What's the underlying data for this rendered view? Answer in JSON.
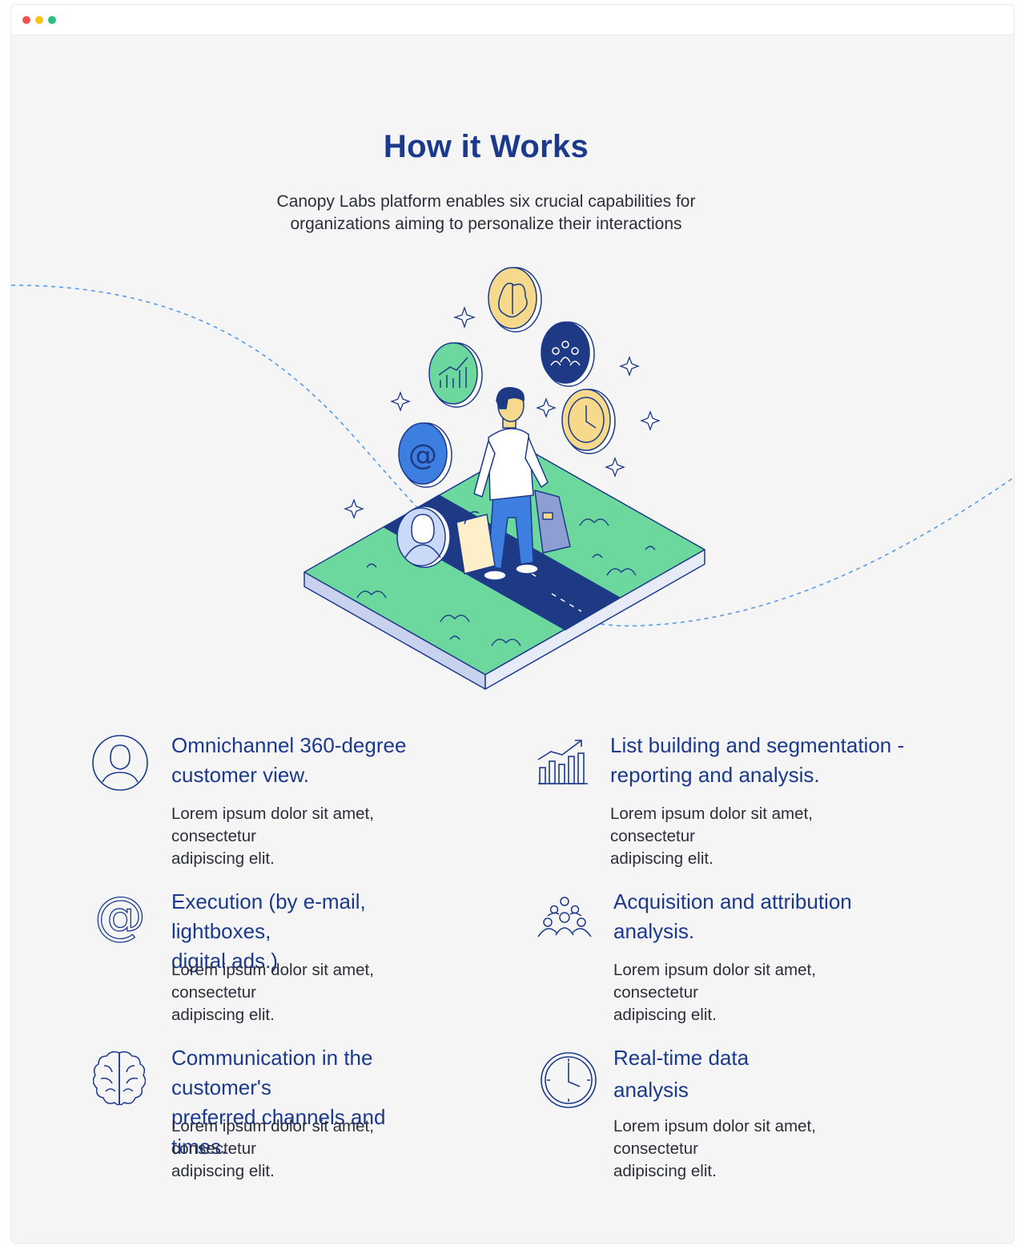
{
  "window": {
    "controls": [
      "close",
      "minimize",
      "maximize"
    ],
    "colors": {
      "close": "#ef5350",
      "minimize": "#f5c518",
      "maximize": "#2bbf7a"
    }
  },
  "header": {
    "title": "How it Works",
    "subtitle_line1": "Canopy Labs platform enables six crucial capabilities for",
    "subtitle_line2": "organizations aiming to personalize their interactions"
  },
  "illustration": {
    "description_icons": [
      "brain-icon",
      "people-icon",
      "chart-icon",
      "clock-icon",
      "at-sign-icon",
      "user-icon",
      "sparkle-icon",
      "shopping-bag-icon"
    ]
  },
  "features": [
    {
      "icon": "user-icon",
      "title_line1": "Omnichannel 360-degree",
      "title_line2": "customer view.",
      "desc_line1": "Lorem ipsum dolor sit amet, consectetur",
      "desc_line2": "adipiscing elit."
    },
    {
      "icon": "chart-icon",
      "title_line1": "List building and segmentation -",
      "title_line2": "reporting and analysis.",
      "desc_line1": "Lorem ipsum dolor sit amet, consectetur",
      "desc_line2": "adipiscing elit."
    },
    {
      "icon": "at-sign-icon",
      "title_line1": "Execution (by e-mail, lightboxes,",
      "title_line2": "digital ads.)",
      "desc_line1": "Lorem ipsum dolor sit amet, consectetur",
      "desc_line2": "adipiscing elit."
    },
    {
      "icon": "people-icon",
      "title_line1": "Acquisition and attribution",
      "title_line2": "analysis.",
      "desc_line1": "Lorem ipsum dolor sit amet, consectetur",
      "desc_line2": "adipiscing elit."
    },
    {
      "icon": "brain-icon",
      "title_line1": "Communication in the customer's",
      "title_line2": "preferred channels and times.",
      "desc_line1": "Lorem ipsum dolor sit amet, consectetur",
      "desc_line2": "adipiscing elit."
    },
    {
      "icon": "clock-icon",
      "title_line1": "Real-time data",
      "title_line2": "analysis",
      "desc_line1": "Lorem ipsum dolor sit amet, consectetur",
      "desc_line2": "adipiscing elit."
    }
  ],
  "theme": {
    "accent": "#1c3a8c",
    "grass": "#6cd89e",
    "road": "#1f3a85",
    "yellow": "#f6d98a",
    "blue": "#3d7fe0",
    "background": "#f5f5f6"
  }
}
